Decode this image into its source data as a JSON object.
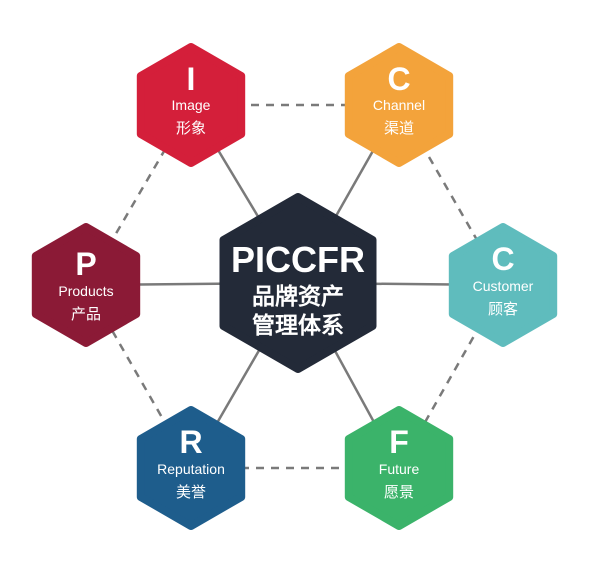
{
  "center": {
    "title": "PICCFR",
    "line1": "品牌资产",
    "line2": "管理体系",
    "color": "#232a38"
  },
  "nodes": [
    {
      "id": "image",
      "letter": "I",
      "en": "Image",
      "zh": "形象",
      "color": "#d41f3a"
    },
    {
      "id": "channel",
      "letter": "C",
      "en": "Channel",
      "zh": "渠道",
      "color": "#f3a33b"
    },
    {
      "id": "customer",
      "letter": "C",
      "en": "Customer",
      "zh": "顾客",
      "color": "#5fbcbd"
    },
    {
      "id": "future",
      "letter": "F",
      "en": "Future",
      "zh": "愿景",
      "color": "#3bb36a"
    },
    {
      "id": "reputation",
      "letter": "R",
      "en": "Reputation",
      "zh": "美誉",
      "color": "#1e5d8c"
    },
    {
      "id": "products",
      "letter": "P",
      "en": "Products",
      "zh": "产品",
      "color": "#8b1a36"
    }
  ],
  "line_color": "#7a7a7a"
}
